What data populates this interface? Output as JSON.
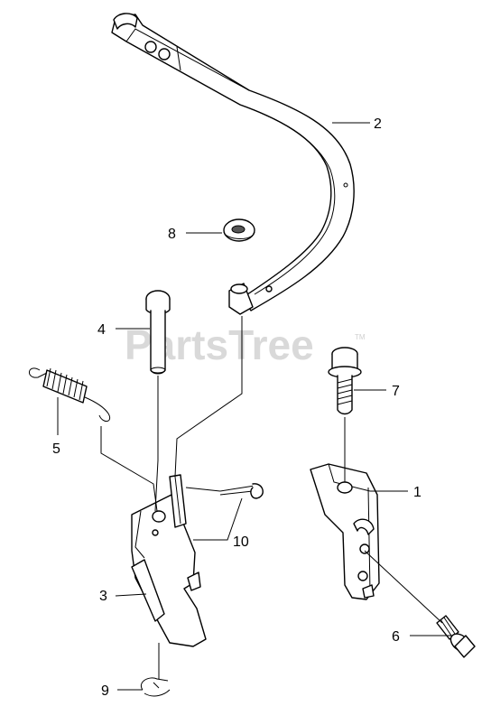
{
  "watermark": {
    "text": "PartsTree",
    "trademark": "TM"
  },
  "callouts": [
    {
      "id": "1",
      "label": "1"
    },
    {
      "id": "2",
      "label": "2"
    },
    {
      "id": "3",
      "label": "3"
    },
    {
      "id": "4",
      "label": "4"
    },
    {
      "id": "5",
      "label": "5"
    },
    {
      "id": "6",
      "label": "6"
    },
    {
      "id": "7",
      "label": "7"
    },
    {
      "id": "8",
      "label": "8"
    },
    {
      "id": "9",
      "label": "9"
    },
    {
      "id": "10",
      "label": "10"
    }
  ],
  "colors": {
    "line": "#000000",
    "background": "#ffffff",
    "watermark": "#d9d9d9"
  }
}
